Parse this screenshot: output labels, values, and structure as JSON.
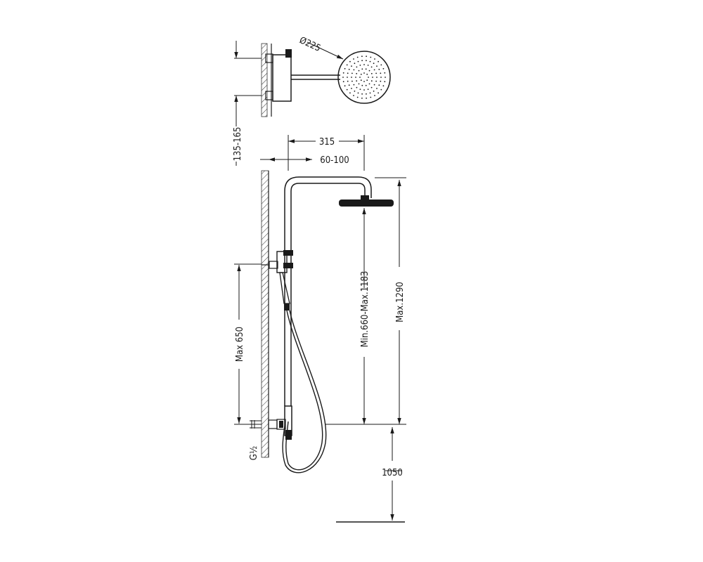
{
  "dimensions": {
    "head_diameter": "Ø225",
    "bar_overall_width": "315",
    "bar_wall_offset": "60-100",
    "connection_spacing": "135-165",
    "head_height_range": "Min.660-Max.1183",
    "max_total_height": "Max.1290",
    "mixer_max_height": "Max 650",
    "thread": "G½",
    "floor_to_connection": "1050"
  }
}
